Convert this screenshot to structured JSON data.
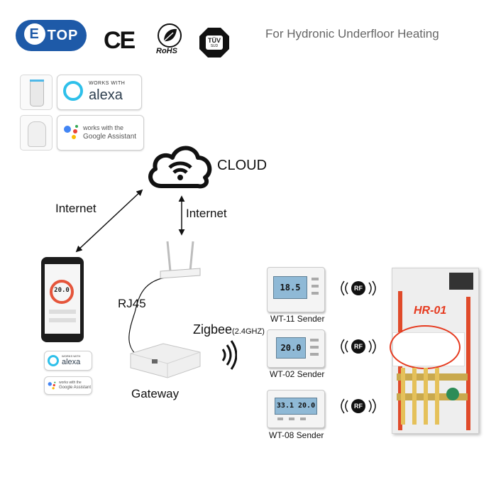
{
  "brand": {
    "logo_text": "TOP",
    "logo_e": "E"
  },
  "certifications": {
    "ce": "CE",
    "rohs": "RoHS",
    "tuv": "TÜV",
    "tuv_sub": "SUD"
  },
  "tagline": "For Hydronic Underfloor Heating",
  "voice_badges": {
    "alexa_works_with": "WORKS WITH",
    "alexa_name": "alexa",
    "google_works_with": "works with the",
    "google_name": "Google Assistant"
  },
  "diagram": {
    "cloud_label": "CLOUD",
    "internet_left": "Internet",
    "internet_right": "Internet",
    "rj45_label": "RJ45",
    "zigbee_label": "Zigbee",
    "zigbee_freq": "(2.4GHZ)",
    "gateway_label": "Gateway",
    "phone_display": "20.0",
    "rf_label": "RF",
    "manifold_label": "HR-01",
    "senders": [
      {
        "label": "WT-11 Sender",
        "display": "18.5"
      },
      {
        "label": "WT-02 Sender",
        "display": "20.0"
      },
      {
        "label": "WT-08 Sender",
        "display": "33.1  20.0"
      }
    ]
  },
  "colors": {
    "brand_blue": "#1e5aa8",
    "accent_red": "#e63a1f",
    "lcd_blue": "#8fb9d6"
  }
}
